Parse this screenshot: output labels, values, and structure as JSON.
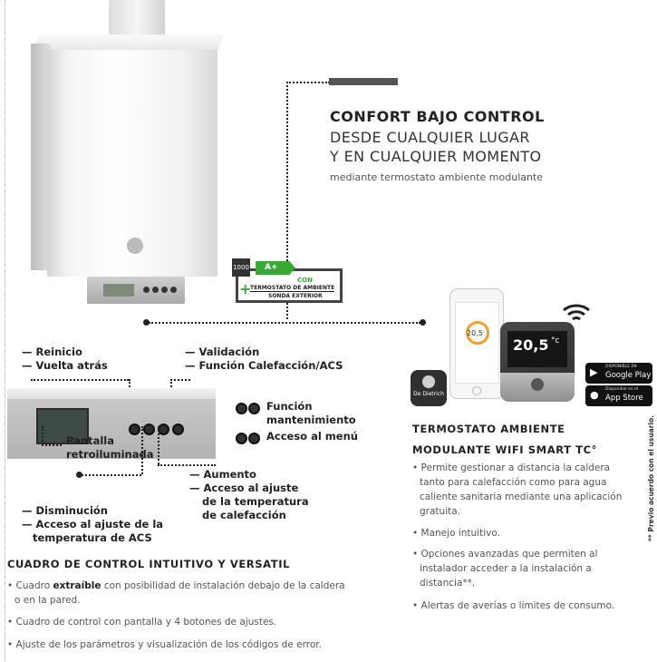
{
  "headline": {
    "line1": "CONFORT BAJO CONTROL",
    "line2": "DESDE CUALQUIER LUGAR",
    "line3": "Y EN CUALQUIER MOMENTO",
    "sub": "mediante termostato ambiente modulante"
  },
  "energy_label": {
    "icon_text": "1000",
    "grade": "A+",
    "con": "CON",
    "line1": "TERMOSTATO DE AMBIENTE",
    "line2": "SONDA EXTERIOR"
  },
  "panel_labels": {
    "top_left": [
      "— Reinicio",
      "— Vuelta atrás"
    ],
    "top_right": [
      "— Validación",
      "— Función Calefacción/ACS"
    ],
    "screen": [
      "Pantalla",
      "retroiluminada"
    ],
    "bottom_left": [
      "— Disminución",
      "— Acceso al ajuste de la",
      "temperatura de ACS"
    ],
    "bottom_right": [
      "— Aumento",
      "— Acceso al ajuste",
      "de la temperatura",
      "de calefacción"
    ],
    "side_1": [
      "Función",
      "mantenimiento"
    ],
    "side_2": "Acceso al menú"
  },
  "control_section": {
    "title": "CUADRO DE CONTROL INTUITIVO Y VERSATIL",
    "bullet1_pre": "• Cuadro ",
    "bullet1_bold": "extraíble",
    "bullet1_post": " con posibilidad de instalación debajo de la caldera",
    "bullet1_line2": "o en la pared.",
    "bullet2": "• Cuadro de control con pantalla y 4 botones de ajustes.",
    "bullet3": "• Ajuste de los parámetros y visualización de los códigos de error."
  },
  "thermostat_section": {
    "title_line1": "TERMOSTATO AMBIENTE",
    "title_line2": "MODULANTE WIFI SMART TC°",
    "bullets": [
      [
        "• Permite gestionar a distancia la caldera",
        "tanto para calefacción como para agua",
        "caliente sanitaria mediante una aplicación",
        "gratuita."
      ],
      [
        "• Manejo intuitivo."
      ],
      [
        "• Opciones avanzadas que permiten al",
        "instalador acceder a la instalación a",
        "distancia**."
      ],
      [
        "• Alertas de averías o límites de consumo."
      ]
    ]
  },
  "devices": {
    "phone_temp": "20,5",
    "thermo_temp": "20,5",
    "thermo_unit": "°c",
    "app_name": "De Dietrich"
  },
  "stores": {
    "google_small": "DISPONIBLE EN",
    "google_big": "Google Play",
    "apple_small": "Disponible en el",
    "apple_big": "App Store"
  },
  "footnote": "** Previo acuerdo con el usuario."
}
